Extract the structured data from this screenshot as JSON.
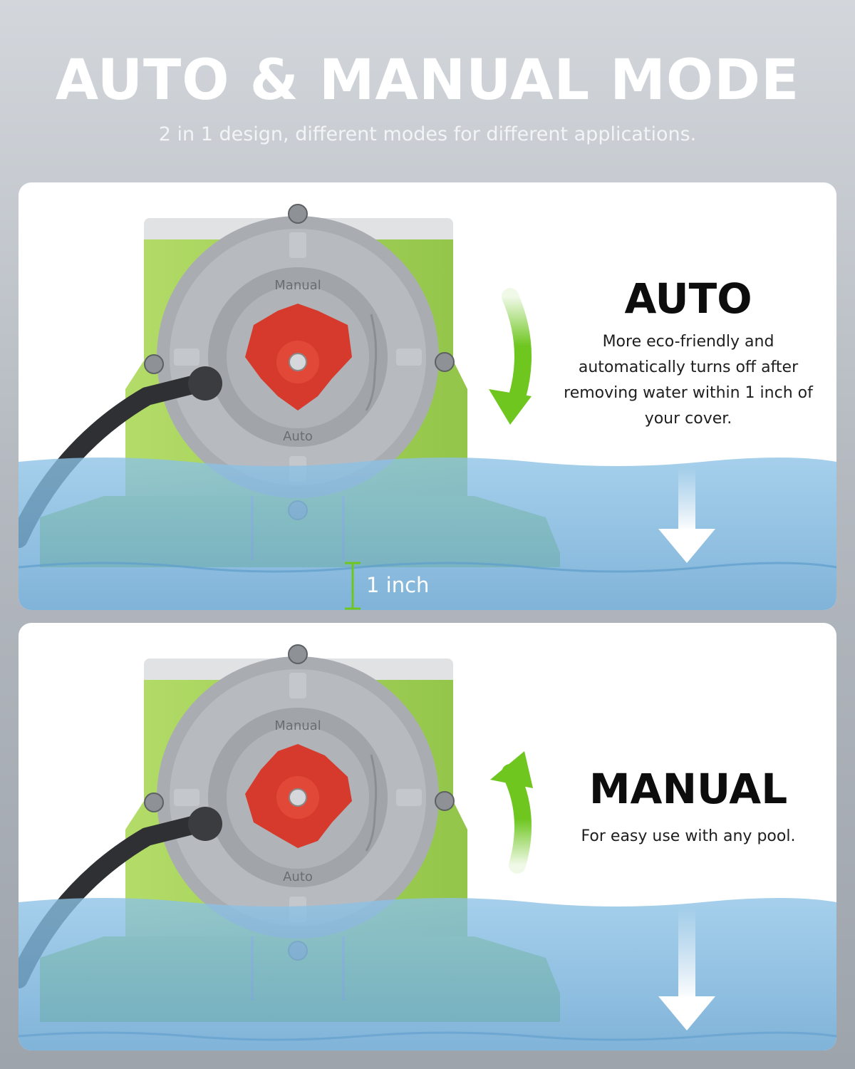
{
  "header": {
    "title": "AUTO & MANUAL MODE",
    "subtitle": "2 in 1 design, different modes for different applications."
  },
  "panels": {
    "auto": {
      "title": "AUTO",
      "description": "More eco-friendly and automatically turns off after removing water within 1 inch of your cover.",
      "measurement_label": "1 inch",
      "dial_top_label": "Manual",
      "dial_bottom_label": "Auto",
      "rotation_arrow": "curved-arrow-down-icon"
    },
    "manual": {
      "title": "MANUAL",
      "description": "For easy use with any pool.",
      "dial_top_label": "Manual",
      "dial_bottom_label": "Auto",
      "rotation_arrow": "curved-arrow-up-icon"
    }
  },
  "colors": {
    "pump_body": "#a9d65a",
    "pump_cap": "#dfe1e3",
    "dial": "#a6aaaf",
    "knob": "#d63a2c",
    "water": "#7fb6dc",
    "arrow": "#6ec61f",
    "cable": "#2e3033"
  }
}
